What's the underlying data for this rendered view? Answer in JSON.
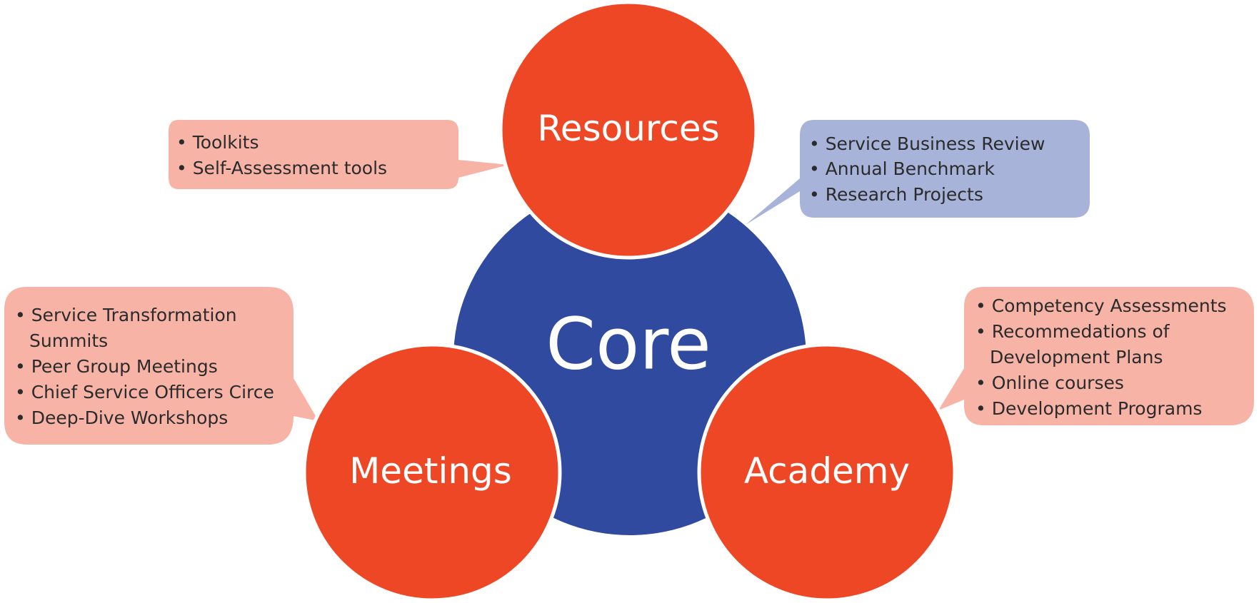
{
  "center": {
    "label": "Core",
    "color": "#2F4A9E"
  },
  "nodes": {
    "resources": {
      "label": "Resources",
      "color": "#EE4725"
    },
    "meetings": {
      "label": "Meetings",
      "color": "#EE4725"
    },
    "academy": {
      "label": "Academy",
      "color": "#EE4725"
    }
  },
  "callouts": {
    "resources": {
      "color": "#F8B3A7",
      "lines": [
        "• Toolkits",
        "• Self-Assessment tools"
      ]
    },
    "core": {
      "color": "#A8B3DA",
      "lines": [
        "• Service Business Review",
        "• Annual Benchmark",
        "• Research Projects"
      ]
    },
    "meetings": {
      "color": "#F8B3A7",
      "lines": [
        "• Service Transformation",
        "Summits",
        "• Peer Group Meetings",
        "• Chief Service Officers Circe",
        "• Deep-Dive Workshops"
      ]
    },
    "academy": {
      "color": "#F8B3A7",
      "lines": [
        "• Competency Assessments",
        "• Recommedations of",
        "Development Plans",
        "• Online courses",
        "• Development Programs"
      ]
    }
  }
}
